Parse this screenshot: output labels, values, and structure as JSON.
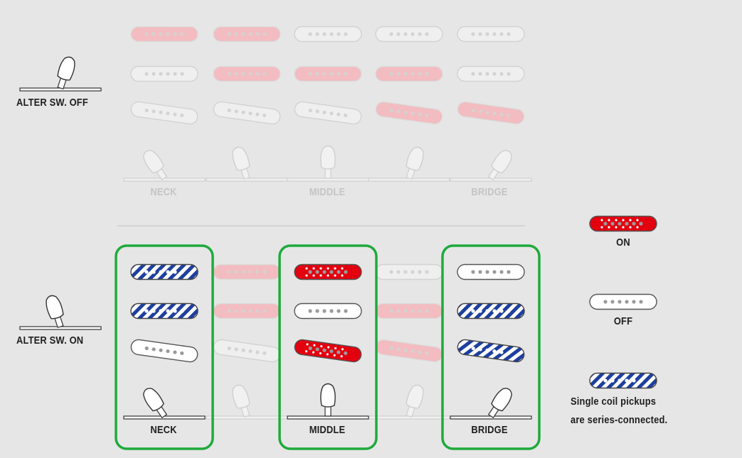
{
  "labels": {
    "alter_off": "ALTER SW. OFF",
    "alter_on": "ALTER SW. ON",
    "neck": "NECK",
    "middle": "MIDDLE",
    "bridge": "BRIDGE"
  },
  "legend": {
    "on": "ON",
    "off": "OFF",
    "series_line1": "Single coil pickups",
    "series_line2": "are series-connected."
  },
  "colors": {
    "background": "#e6e6e6",
    "on_red": "#e3000f",
    "series_blue": "#1d3f9e",
    "highlight_green": "#1faa3c",
    "faded": "#c4c4c4"
  },
  "pickup_states_off": [
    [
      "on",
      "on",
      "off",
      "off",
      "off"
    ],
    [
      "off",
      "on",
      "on",
      "on",
      "off"
    ],
    [
      "off",
      "off",
      "off",
      "on",
      "on"
    ]
  ],
  "pickup_states_on_highlighted": {
    "neck": [
      "series",
      "series",
      "off"
    ],
    "middle": [
      "on",
      "off",
      "on"
    ],
    "bridge": [
      "off",
      "series",
      "series"
    ]
  },
  "switch_positions": [
    "neck",
    "2",
    "middle",
    "4",
    "bridge"
  ]
}
